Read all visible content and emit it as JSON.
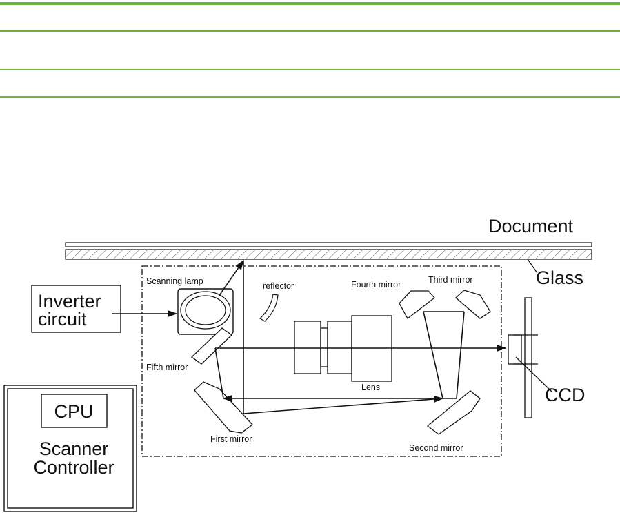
{
  "labels": {
    "document": "Document",
    "glass": "Glass",
    "inverter_line1": "Inverter",
    "inverter_line2": "circuit",
    "scanning_lamp": "Scanning lamp",
    "reflector": "reflector",
    "fourth_mirror": "Fourth mirror",
    "third_mirror": "Third mirror",
    "fifth_mirror": "Fifth mirror",
    "lens": "Lens",
    "first_mirror": "First mirror",
    "second_mirror": "Second mirror",
    "ccd": "CCD",
    "cpu": "CPU",
    "controller_line1": "Scanner",
    "controller_line2": "Controller"
  },
  "colors": {
    "rule": "#6cb33f",
    "line": "#111111"
  }
}
